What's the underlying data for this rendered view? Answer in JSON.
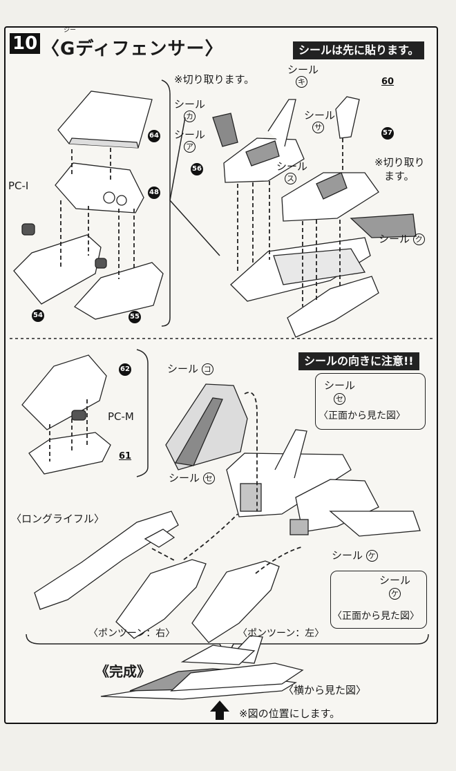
{
  "step": {
    "number": "10",
    "title": "〈Gディフェンサー〉",
    "ruby": "ジー"
  },
  "badges": {
    "seal_first": "シールは先に貼ります。",
    "seal_direction": "シールの向きに注意!!"
  },
  "top_left": {
    "pc_label": "PC-I",
    "parts": [
      "64",
      "48",
      "54",
      "55"
    ]
  },
  "top_right": {
    "cut_note": "※切り取ります。",
    "cut_note2_line1": "※切り取り",
    "cut_note2_line2": "ます。",
    "seal": "シール",
    "seal_ki": "キ",
    "seal_ka": "カ",
    "seal_a": "ア",
    "seal_sa": "サ",
    "seal_su": "ス",
    "seal_ku": "ク",
    "parts": [
      "60",
      "56",
      "57"
    ]
  },
  "middle": {
    "pc_label": "PC-M",
    "parts": [
      "62",
      "61"
    ],
    "seal_ko": "コ",
    "seal_se": "セ",
    "seal_ke": "ケ",
    "front_view": "〈正面から見た図〉",
    "long_rifle": "〈ロングライフル〉",
    "pontoon_right": "〈ポンツーン：右〉",
    "pontoon_left": "〈ポンツーン：左〉"
  },
  "bottom": {
    "complete": "《完成》",
    "side_view": "〈横から見た図〉",
    "position_note": "※図の位置にします。"
  },
  "colors": {
    "ink": "#111111",
    "paper": "#f7f6f2",
    "badge_bg": "#222222",
    "gray_fill": "#9a9a9a"
  }
}
